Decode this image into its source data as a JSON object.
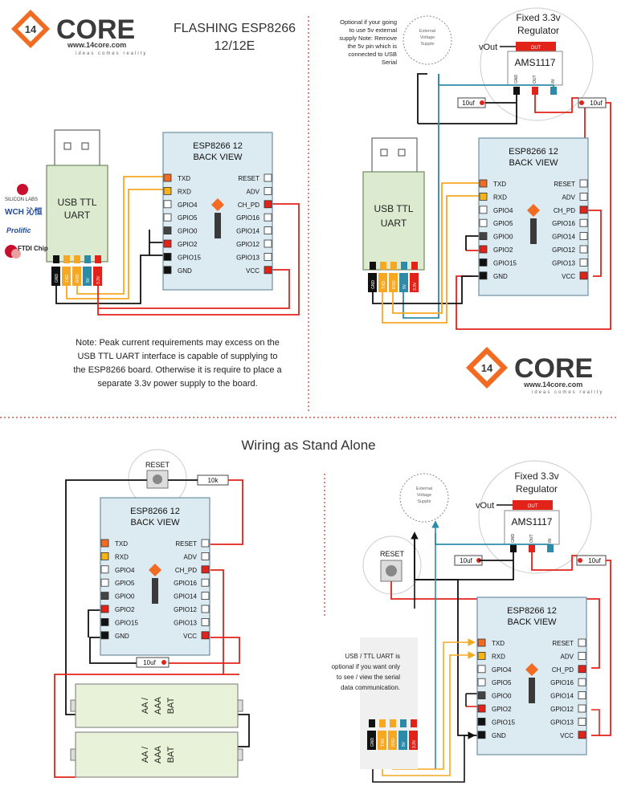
{
  "brand": {
    "name": "CORE",
    "url": "www.14core.com",
    "tagline": "ideas comes reality",
    "colors": {
      "orange": "#F26B22",
      "dark": "#3A3A3A",
      "accent": "#F7941D"
    }
  },
  "header": {
    "title_line1": "FLASHING ESP8266",
    "title_line2": "12/12E"
  },
  "wire_colors": {
    "red": "#E2231A",
    "black": "#111111",
    "orange": "#F7A823",
    "teal": "#2E8BA8",
    "board_fill": "#DCEAF2",
    "board_stroke": "#6F8FA3"
  },
  "module": {
    "title_line1": "ESP8266 12",
    "title_line2": "BACK VIEW",
    "left_pins": [
      "TXD",
      "RXD",
      "GPIO4",
      "GPIO5",
      "GPIO0",
      "GPIO2",
      "GPIO15",
      "GND"
    ],
    "right_pins": [
      "RESET",
      "ADV",
      "CH_PD",
      "GPIO16",
      "GPIO14",
      "GPIO12",
      "GPIO13",
      "VCC"
    ]
  },
  "usb": {
    "label_line1": "USB TTL",
    "label_line2": "UART",
    "pin_labels": [
      "GND",
      "TXD",
      "RXD",
      "5V",
      "3.3V"
    ]
  },
  "chip_vendors": [
    "SILICON LABS",
    "WCH 沁恒",
    "Prolific",
    "FTDI Chip"
  ],
  "note": {
    "line1": "Note: Peak current requirements may excess on the",
    "line2": "USB TTL UART interface is capable of supplying to",
    "line3": "the ESP8266 board. Otherwise it is require to place a",
    "line4": "separate 3.3v power supply to the board."
  },
  "optional_note": {
    "line1": "Optional if your going",
    "line2": "to use 5v external",
    "line3": "supply  Note: Remove",
    "line4": "the 5v pin which is",
    "line5": "connected to USB",
    "line6": "Serial"
  },
  "external_supply": {
    "line1": "External",
    "line2": "Voltage",
    "line3": "Supple"
  },
  "regulator": {
    "title_line1": "Fixed 3.3v",
    "title_line2": "Regulator",
    "chip": "AMS1117",
    "vout": "vOut",
    "out_tab": "OUT",
    "pins": [
      "GND",
      "OUT",
      "IN"
    ]
  },
  "capacitor": "10uf",
  "resistor": "10k",
  "reset_button": "RESET",
  "section2_title": "Wiring as Stand Alone",
  "battery": {
    "line1": "AA /",
    "line2": "AAA",
    "line3": "BAT"
  },
  "usb_optional_note": {
    "line1": "USB / TTL UART is",
    "line2": "optional if you want only",
    "line3": "to see / view the serial",
    "line4": "data communication."
  }
}
